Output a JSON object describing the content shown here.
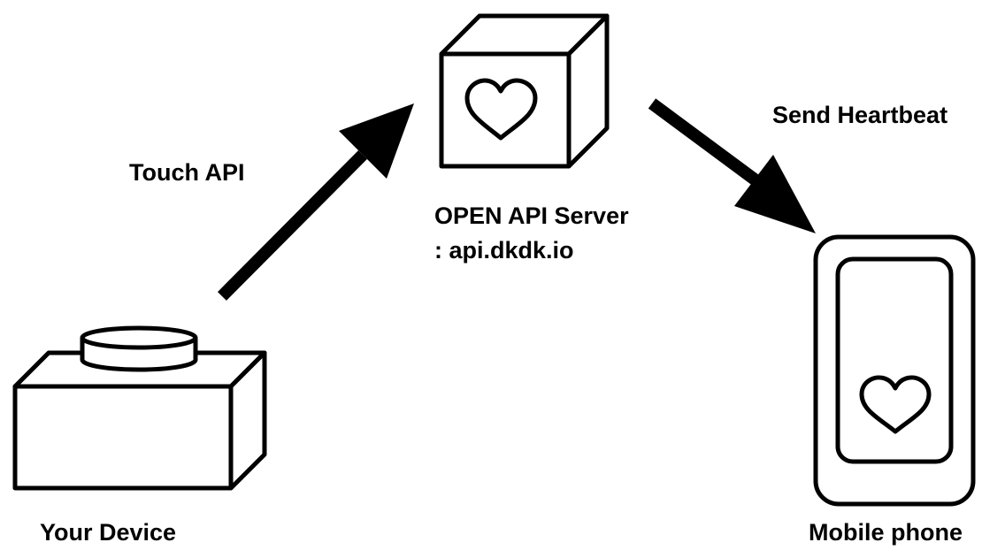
{
  "colors": {
    "stroke": "#000000",
    "background": "#ffffff"
  },
  "nodes": {
    "device": {
      "label": "Your Device",
      "icon": "button-device-icon"
    },
    "server": {
      "label_line1": "OPEN API Server",
      "label_line2": ": api.dkdk.io",
      "icon": "heart-cube-icon"
    },
    "phone": {
      "label": "Mobile phone",
      "icon": "heart-phone-icon"
    }
  },
  "edges": {
    "device_to_server": {
      "label": "Touch API",
      "icon": "arrow-up-right-icon"
    },
    "server_to_phone": {
      "label": "Send Heartbeat",
      "icon": "arrow-down-right-icon"
    }
  }
}
